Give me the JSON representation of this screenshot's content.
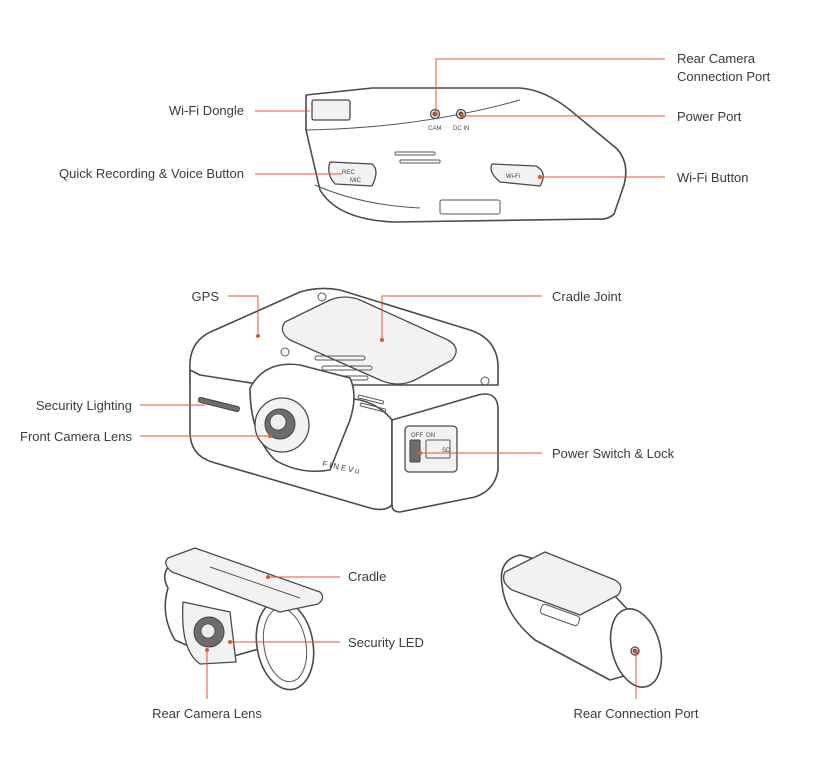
{
  "labels": {
    "rear_camera_connection_port_line1": "Rear Camera",
    "rear_camera_connection_port_line2": "Connection Port",
    "wifi_dongle": "Wi-Fi Dongle",
    "power_port": "Power Port",
    "quick_recording_voice_button": "Quick Recording & Voice Button",
    "wifi_button": "Wi-Fi Button",
    "gps": "GPS",
    "cradle_joint": "Cradle Joint",
    "security_lighting": "Security Lighting",
    "front_camera_lens": "Front Camera Lens",
    "power_switch_lock": "Power Switch & Lock",
    "cradle": "Cradle",
    "security_led": "Security LED",
    "rear_camera_lens": "Rear Camera Lens",
    "rear_connection_port": "Rear Connection Port"
  },
  "device_markings": {
    "cam": "CAM",
    "dc_in": "DC IN",
    "rec": "REC",
    "mic": "MIC",
    "wifi": "Wi-Fi",
    "brand": "FINEVu",
    "off": "OFF",
    "on": "ON",
    "sd": "SD"
  },
  "colors": {
    "leader_line": "#e0552b",
    "outline": "#4a4a4a",
    "label_text": "#3a3a3a"
  }
}
